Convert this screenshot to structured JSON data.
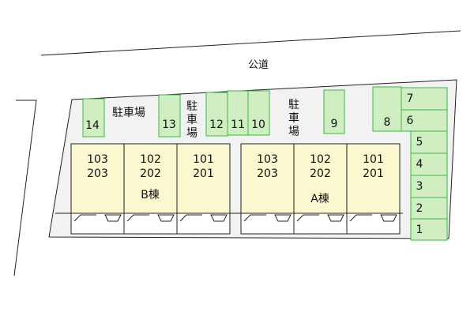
{
  "road_label": "公道",
  "parking_label": "駐車場",
  "parking_spaces": [
    "1",
    "2",
    "3",
    "4",
    "5",
    "6",
    "7",
    "8",
    "9",
    "10",
    "11",
    "12",
    "13",
    "14"
  ],
  "buildings": [
    {
      "name": "B棟",
      "units": [
        [
          "103",
          "203"
        ],
        [
          "102",
          "202"
        ],
        [
          "101",
          "201"
        ]
      ]
    },
    {
      "name": "A棟",
      "units": [
        [
          "103",
          "203"
        ],
        [
          "102",
          "202"
        ],
        [
          "101",
          "201"
        ]
      ]
    }
  ],
  "colors": {
    "parking_fill": "#cfeec2",
    "parking_stroke": "#3fb83f",
    "building_fill": "#fbf7cf",
    "lot_fill": "#f2f2f2",
    "line": "#222222"
  }
}
